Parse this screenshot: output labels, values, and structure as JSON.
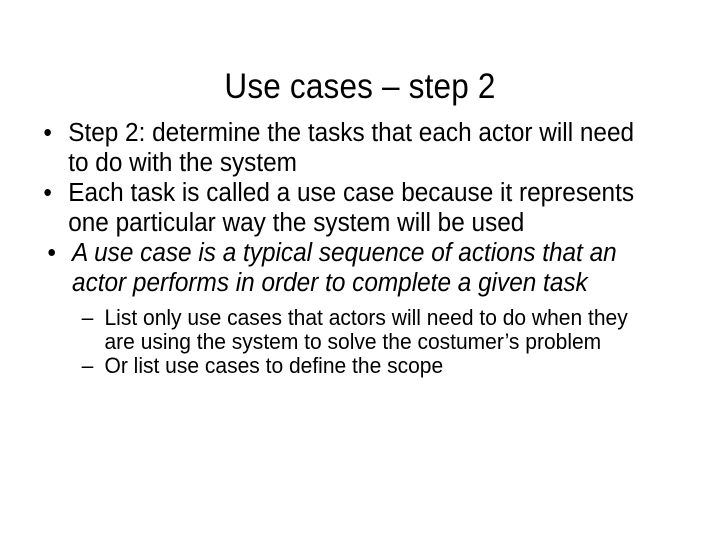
{
  "slide": {
    "title": "Use cases – step 2",
    "background_color": "#ffffff",
    "text_color": "#000000",
    "bullets": [
      {
        "marker": "•",
        "level": 1,
        "style": "normal",
        "text": "Step 2: determine the tasks that each actor will need to do with the system"
      },
      {
        "marker": "•",
        "level": 1,
        "style": "normal",
        "text": "Each task is called a use case because it represents one particular way the system will be used"
      },
      {
        "marker": "•",
        "level": 1,
        "style": "italic",
        "text": "A use case is a typical sequence of actions that an actor performs in order to complete a given task"
      },
      {
        "marker": "–",
        "level": 2,
        "style": "normal",
        "text": "List only use cases that actors will need to do when they are using the system to solve the costumer’s problem"
      },
      {
        "marker": "–",
        "level": 2,
        "style": "normal",
        "text": "Or list use cases to define the scope"
      }
    ]
  }
}
